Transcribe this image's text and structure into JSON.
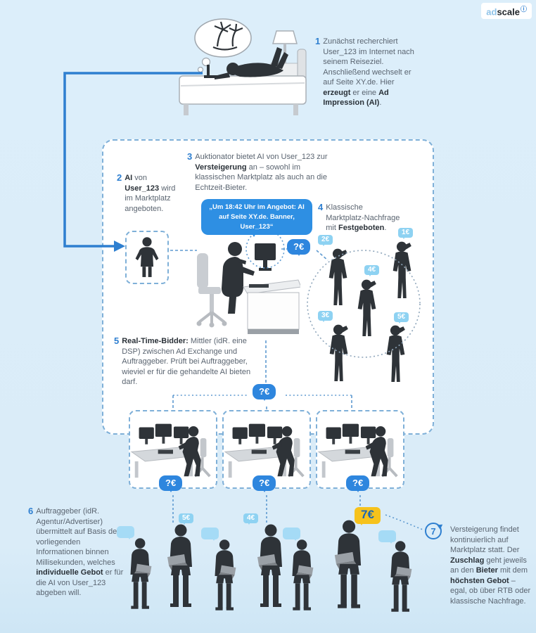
{
  "logo": {
    "prefix": "ad",
    "suffix": "scale",
    "mark": "ⓘ"
  },
  "colors": {
    "accent_blue": "#2E7FD0",
    "ask_bubble_blue": "#2E86DE",
    "price_tag_blue": "#8ED2F2",
    "winner_yellow": "#F6C21C",
    "panel_border": "#7FB0D8",
    "background": "#DAECF8"
  },
  "steps": [
    {
      "num": "1",
      "segments": [
        {
          "t": "Zunächst recherchiert User_123 im Internet nach seinem Reiseziel. Anschließend wechselt er auf Seite XY.de. Hier "
        },
        {
          "t": "erzeugt",
          "b": true
        },
        {
          "t": " er eine "
        },
        {
          "t": "Ad Impression (AI)",
          "b": true
        },
        {
          "t": "."
        }
      ]
    },
    {
      "num": "2",
      "segments": [
        {
          "t": "AI",
          "b": true
        },
        {
          "t": " von "
        },
        {
          "t": "User_123",
          "b": true
        },
        {
          "t": " wird im Marktplatz angeboten."
        }
      ]
    },
    {
      "num": "3",
      "segments": [
        {
          "t": "Auktionator bietet AI von User_123 zur "
        },
        {
          "t": "Versteigerung",
          "b": true
        },
        {
          "t": " an – sowohl im klassischen Marktplatz als auch an die Echtzeit-Bieter."
        }
      ]
    },
    {
      "num": "4",
      "segments": [
        {
          "t": "Klassische Marktplatz-Nachfrage mit "
        },
        {
          "t": "Festgeboten",
          "b": true
        },
        {
          "t": "."
        }
      ]
    },
    {
      "num": "5",
      "segments": [
        {
          "t": "Real-Time-Bidder:",
          "b": true
        },
        {
          "t": " Mittler (idR. eine DSP) zwischen Ad Exchange und Auftraggeber. Prüft bei Auftraggeber, wieviel er für die gehandelte AI bieten darf."
        }
      ]
    },
    {
      "num": "6",
      "segments": [
        {
          "t": "Auftraggeber (idR. Agentur/Advertiser) übermittelt auf Basis der vorliegenden Informationen binnen Millisekunden, welches "
        },
        {
          "t": "individuelle Gebot",
          "b": true
        },
        {
          "t": " er für die AI von User_123 abgeben will."
        }
      ]
    },
    {
      "num": "7",
      "segments": [
        {
          "t": "Versteigerung findet kontinuierlich auf Marktplatz statt. Der "
        },
        {
          "t": "Zuschlag",
          "b": true
        },
        {
          "t": " geht jeweils an den "
        },
        {
          "t": "Bieter",
          "b": true
        },
        {
          "t": " mit dem "
        },
        {
          "t": "höchsten Gebot",
          "b": true
        },
        {
          "t": " – egal, ob über RTB oder klassische Nachfrage."
        }
      ]
    }
  ],
  "auction_announcement": "„Um 18:42 Uhr im Angebot: AI auf Seite XY.de. Banner, User_123“",
  "bids": {
    "ask": "?€",
    "classic_bids": [
      "2€",
      "1€",
      "4€",
      "3€",
      "5€"
    ],
    "agency_bids": [
      "5€",
      "4€"
    ],
    "winning_bid": "7€"
  }
}
